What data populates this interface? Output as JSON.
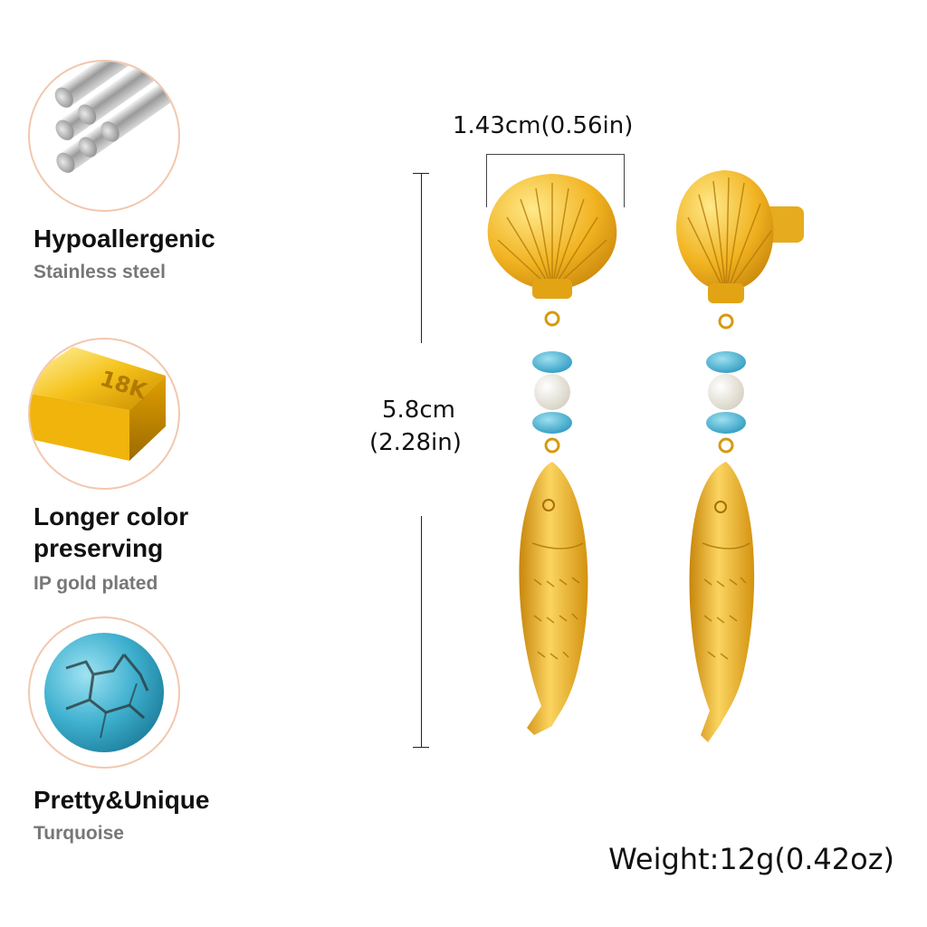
{
  "features": [
    {
      "title": "Hypoallergenic",
      "subtitle": "Stainless steel",
      "icon": "steel-rods-icon"
    },
    {
      "title_lines": [
        "Longer color",
        "preserving"
      ],
      "subtitle": "IP gold plated",
      "icon": "gold-bar-18k-icon",
      "bar_stamp": "18K"
    },
    {
      "title": "Pretty&Unique",
      "subtitle": "Turquoise",
      "icon": "turquoise-bead-icon"
    }
  ],
  "dimensions": {
    "width_label": "1.43cm(0.56in)",
    "height_label_cm": "5.8cm",
    "height_label_in": "(2.28in)"
  },
  "weight_label": "Weight:12g(0.42oz)",
  "colors": {
    "gold": "#e8a91c",
    "gold_light": "#fbd96a",
    "turquoise": "#4db6d6",
    "accent_border": "#f2c7ae"
  }
}
